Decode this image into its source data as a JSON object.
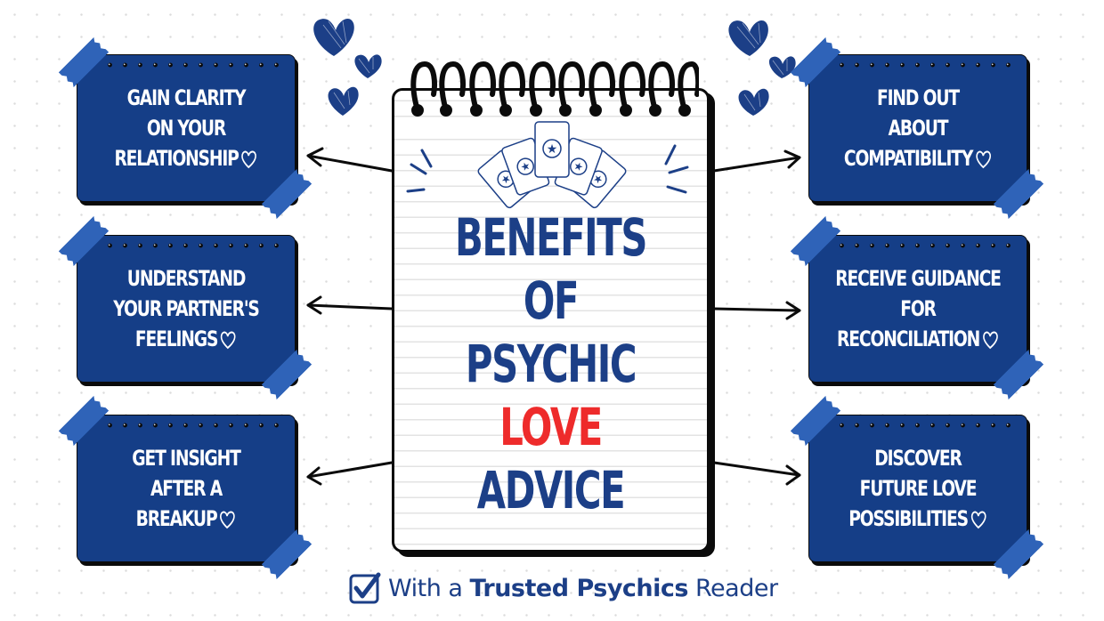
{
  "title": {
    "lines": [
      "BENEFITS",
      "OF",
      "PSYCHIC",
      "LOVE",
      "ADVICE"
    ],
    "highlight_word": "LOVE",
    "colors": {
      "main": "#1c3f87",
      "highlight": "#ee2b2b"
    }
  },
  "cards": {
    "left": [
      {
        "lines": [
          "GAIN CLARITY",
          "ON YOUR",
          "RELATIONSHIP"
        ]
      },
      {
        "lines": [
          "UNDERSTAND",
          "YOUR PARTNER'S",
          "FEELINGS"
        ]
      },
      {
        "lines": [
          "GET INSIGHT",
          "AFTER A",
          "BREAKUP"
        ]
      }
    ],
    "right": [
      {
        "lines": [
          "FIND OUT",
          "ABOUT",
          "COMPATIBILITY"
        ]
      },
      {
        "lines": [
          "RECEIVE GUIDANCE",
          "FOR",
          "RECONCILIATION"
        ]
      },
      {
        "lines": [
          "DISCOVER",
          "FUTURE LOVE",
          "POSSIBILITIES"
        ]
      }
    ]
  },
  "footer": {
    "icon": "checkbox-check-icon",
    "prefix": "With a",
    "brand": "Trusted Psychics",
    "suffix": "Reader"
  },
  "decorations": {
    "card_icon": "heart-outline-icon",
    "notebook_icon": "tarot-cards-fan-icon",
    "hearts": "scribble-heart-icon"
  },
  "colors": {
    "card_bg": "#153e87",
    "tape": "#2f63b8",
    "ink": "#0b0b0b",
    "text_blue": "#1c3f87"
  }
}
